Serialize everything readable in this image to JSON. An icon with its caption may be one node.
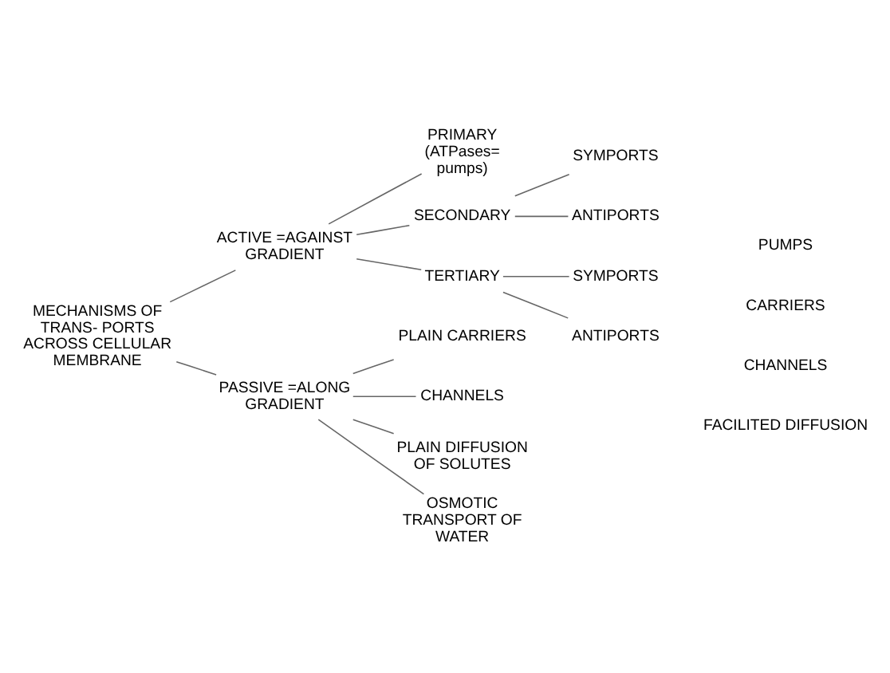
{
  "diagram": {
    "nodes": [
      {
        "text": [
          "MECHANISMS OF TRANS- PORTS ACROSS CELLULAR MEMBRANE"
        ]
      },
      {
        "text": [
          "ACTIVE =AGAINST GRADIENT"
        ]
      },
      {
        "text": [
          "PASSIVE =ALONG GRADIENT"
        ]
      },
      {
        "text": [
          "PRIMARY (ATPases= pumps)"
        ]
      },
      {
        "text": [
          "SECONDARY"
        ]
      },
      {
        "text": [
          "TERTIARY"
        ]
      },
      {
        "text": [
          "PLAIN CARRIERS"
        ]
      },
      {
        "text": [
          "CHANNELS"
        ]
      },
      {
        "text": [
          "PLAIN DIFFUSION OF SOLUTES"
        ]
      },
      {
        "text": [
          "OSMOTIC TRANSPORT OF WATER"
        ]
      },
      {
        "text": [
          "SYMPORTS"
        ]
      },
      {
        "text": [
          "ANTIPORTS"
        ]
      },
      {
        "text": [
          "SYMPORTS"
        ]
      },
      {
        "text": [
          "ANTIPORTS"
        ]
      }
    ],
    "edges": [
      {
        "from": 0,
        "to": 1,
        "arrow": "none"
      },
      {
        "from": 0,
        "to": 2,
        "arrow": "none"
      },
      {
        "from": 1,
        "to": 3,
        "arrow": "none"
      },
      {
        "from": 1,
        "to": 4,
        "arrow": "none"
      },
      {
        "from": 1,
        "to": 5,
        "arrow": "none"
      },
      {
        "from": 2,
        "to": 6,
        "arrow": "none"
      },
      {
        "from": 2,
        "to": 7,
        "arrow": "none"
      },
      {
        "from": 2,
        "to": 8,
        "arrow": "none"
      },
      {
        "from": 2,
        "to": 9,
        "arrow": "none"
      },
      {
        "from": 4,
        "to": 10,
        "arrow": "none"
      },
      {
        "from": 4,
        "to": 11,
        "arrow": "none"
      },
      {
        "from": 5,
        "to": 12,
        "arrow": "none"
      },
      {
        "from": 5,
        "to": 13,
        "arrow": "none"
      }
    ],
    "labels": [
      "PUMPS",
      "CARRIERS",
      "CHANNELS",
      "FACILITED DIFFUSION"
    ]
  }
}
